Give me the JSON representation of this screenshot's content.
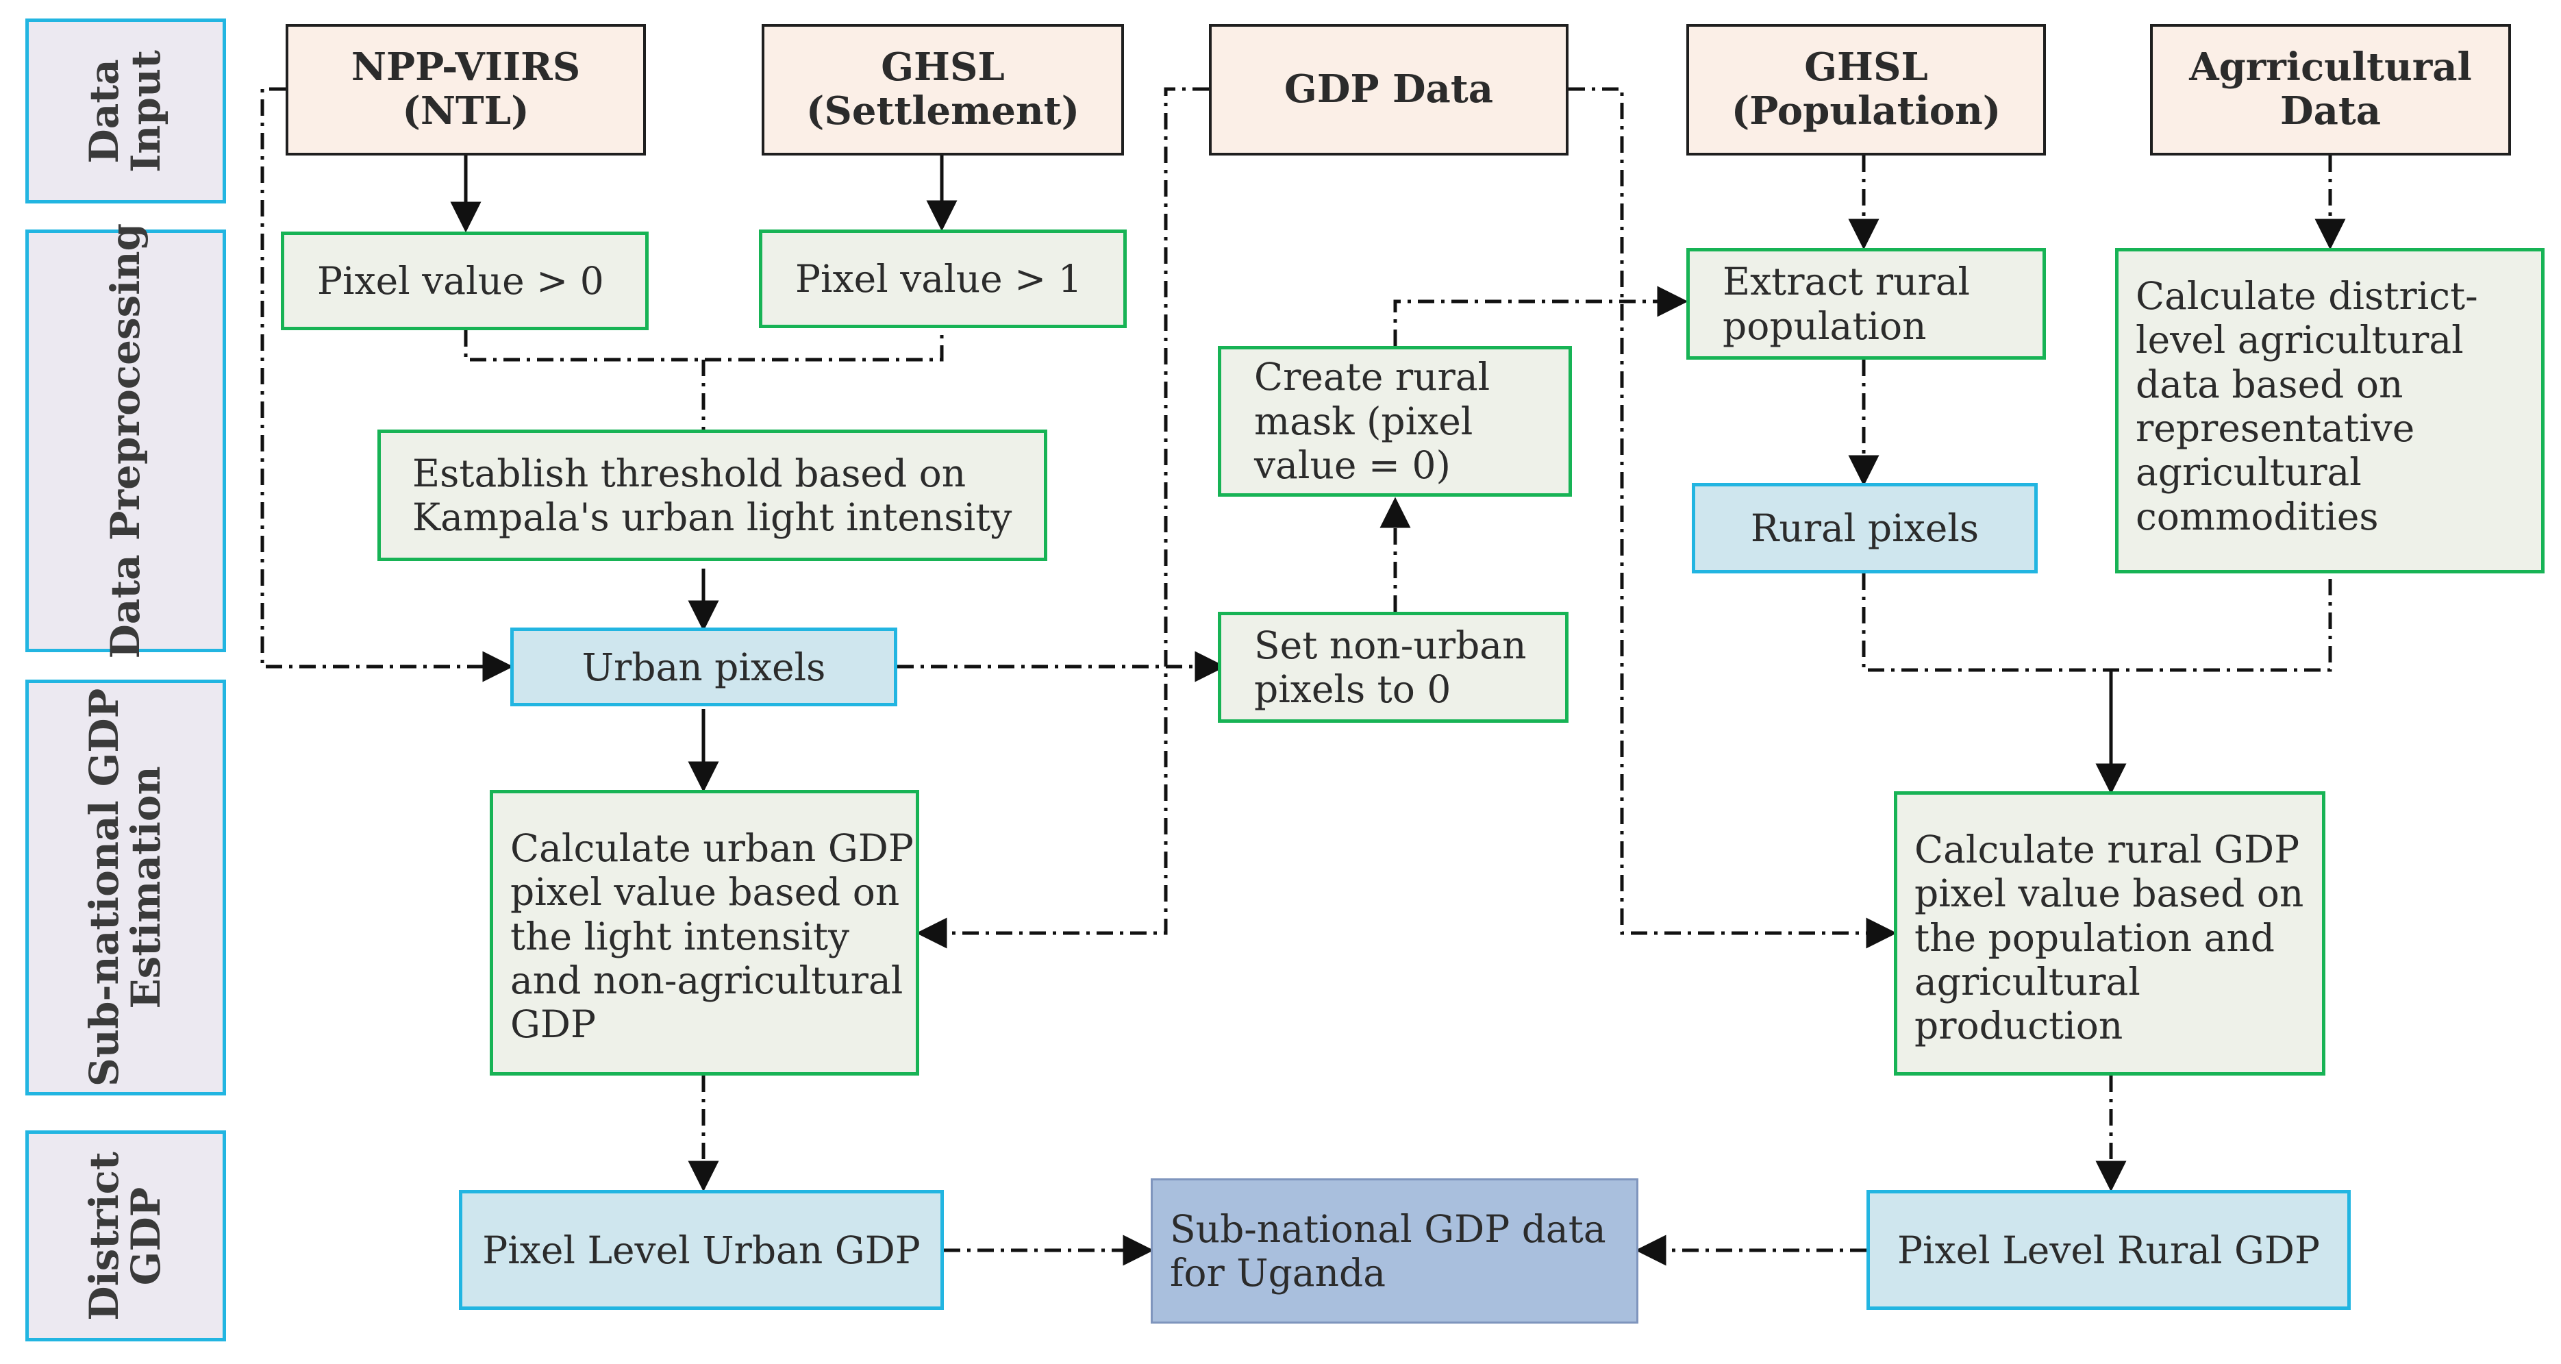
{
  "lanes": {
    "data_input": "Data\nInput",
    "data_preprocessing": "Data Preprocessing",
    "gdp_estimation": "Sub-national GDP\nEstimation",
    "district_gdp": "District\nGDP"
  },
  "sources": {
    "npp_viirs": "NPP-VIIRS\n(NTL)",
    "ghsl_settlement": "GHSL\n(Settlement)",
    "gdp_data": "GDP Data",
    "ghsl_population": "GHSL\n(Population)",
    "agricultural_data": "Agrricultural\nData"
  },
  "steps": {
    "pixel_value_gt0": "Pixel value > 0",
    "pixel_value_gt1": "Pixel value > 1",
    "establish_threshold": "Establish threshold based on\nKampala's urban light intensity",
    "create_rural_mask": "Create rural\nmask (pixel\nvalue = 0)",
    "set_non_urban": "Set non-urban\npixels to 0",
    "extract_rural_population": "Extract rural\npopulation",
    "calc_district_agri": "Calculate district-\nlevel agricultural\ndata based on\nrepresentative\nagricultural\ncommodities",
    "calc_urban_gdp": "Calculate urban GDP\npixel value based on\nthe light intensity\nand non-agricultural\nGDP",
    "calc_rural_gdp": "Calculate rural GDP\npixel value based on\nthe population and\nagricultural\nproduction"
  },
  "results": {
    "urban_pixels": "Urban pixels",
    "rural_pixels": "Rural pixels",
    "pixel_urban_gdp": "Pixel Level Urban GDP",
    "pixel_rural_gdp": "Pixel Level Rural GDP"
  },
  "final": {
    "subnational_gdp": "Sub-national GDP data\nfor Uganda"
  },
  "colors": {
    "lane_fill": "#ece9f1",
    "lane_border": "#22b5e1",
    "source_fill": "#fbefe7",
    "process_fill": "#eef1e9",
    "process_border": "#17b355",
    "result_fill": "#cfe6ee",
    "final_fill": "#a9bfdd"
  }
}
